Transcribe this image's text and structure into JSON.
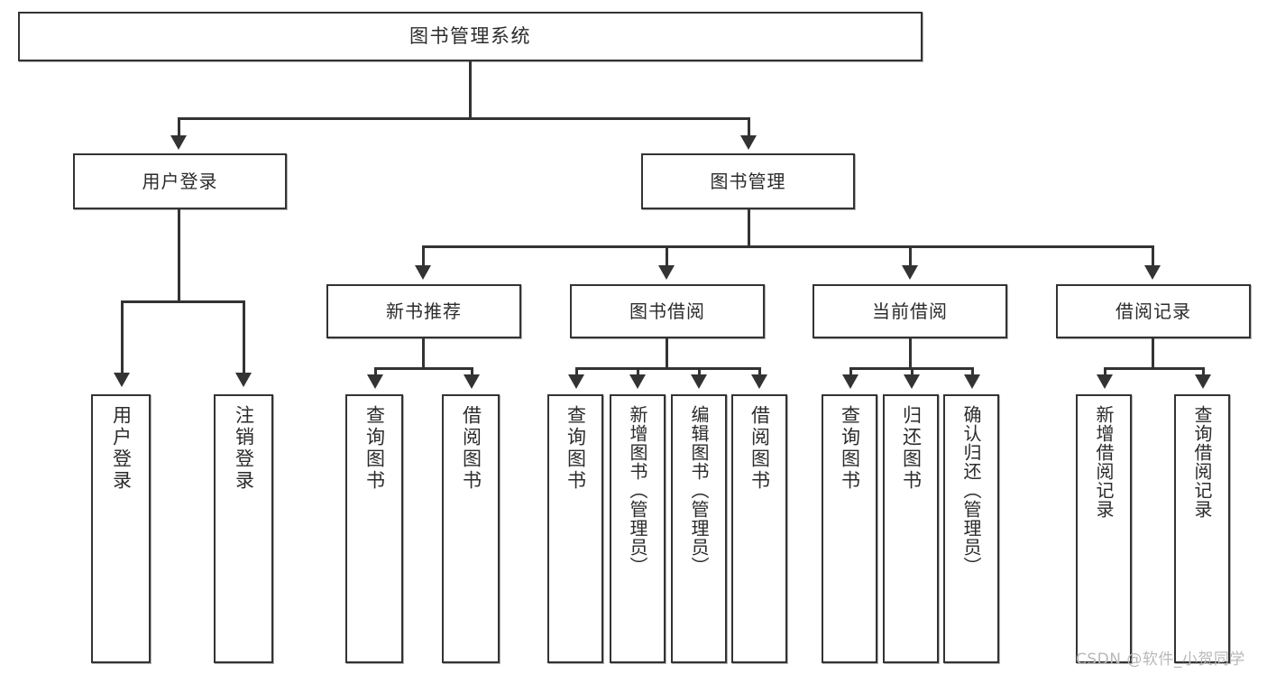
{
  "diagram": {
    "type": "tree-hierarchy",
    "title": "图书管理系统",
    "root": {
      "label": "图书管理系统"
    },
    "level2": [
      {
        "label": "用户登录"
      },
      {
        "label": "图书管理"
      }
    ],
    "level3": [
      {
        "label": "新书推荐"
      },
      {
        "label": "图书借阅"
      },
      {
        "label": "当前借阅"
      },
      {
        "label": "借阅记录"
      }
    ],
    "leaves": {
      "user_login": [
        {
          "label": "用户登录"
        },
        {
          "label": "注销登录"
        }
      ],
      "new_book_recommend": [
        {
          "label": "查询图书"
        },
        {
          "label": "借阅图书"
        }
      ],
      "book_borrow": [
        {
          "label": "查询图书"
        },
        {
          "label": "新增图书（管理员）"
        },
        {
          "label": "编辑图书（管理员）"
        },
        {
          "label": "借阅图书"
        }
      ],
      "current_borrow": [
        {
          "label": "查询图书"
        },
        {
          "label": "归还图书"
        },
        {
          "label": "确认归还（管理员）"
        }
      ],
      "borrow_record": [
        {
          "label": "新增借阅记录"
        },
        {
          "label": "查询借阅记录"
        }
      ]
    }
  },
  "watermark": {
    "text": "CSDN @软件_小贺同学"
  },
  "colors": {
    "stroke": "#333333",
    "fill": "#ffffff",
    "text": "#2b2b2b",
    "watermark": "#b8b8b8"
  }
}
